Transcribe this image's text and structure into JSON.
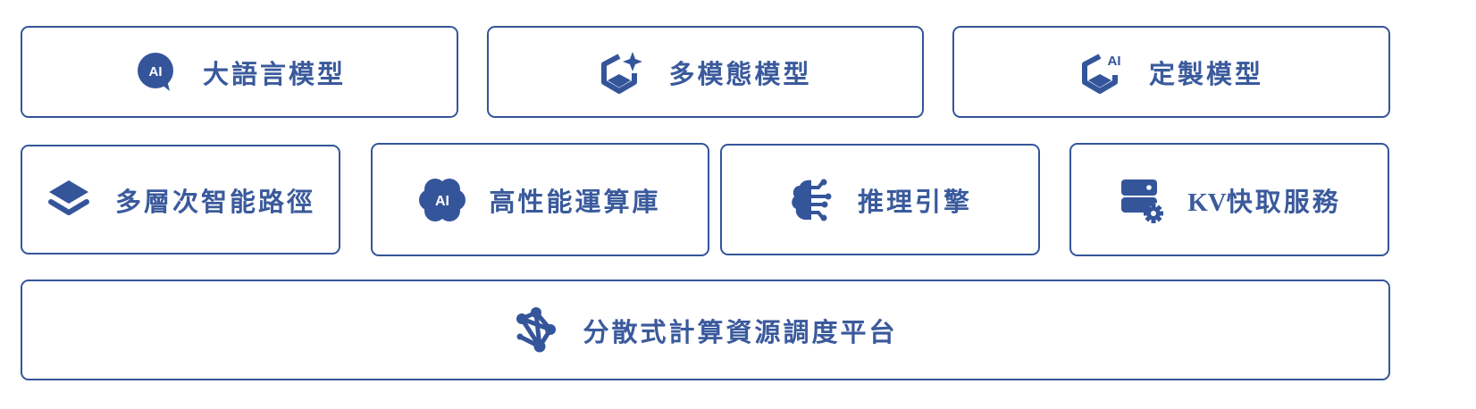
{
  "colors": {
    "border": "#34559a",
    "text": "#3a5a9c",
    "icon": "#34559a"
  },
  "top_row": [
    {
      "label": "大語言模型",
      "icon": "ai-chat-bubble-icon"
    },
    {
      "label": "多模態模型",
      "icon": "sparkle-cube-icon"
    },
    {
      "label": "定製模型",
      "icon": "ai-cube-icon"
    }
  ],
  "middle_row": [
    {
      "label": "多層次智能路徑",
      "icon": "layers-icon"
    },
    {
      "label": "高性能運算庫",
      "icon": "ai-brain-icon"
    },
    {
      "label": "推理引擎",
      "icon": "circuit-brain-icon"
    },
    {
      "label_latin": "KV",
      "label": "快取服務",
      "icon": "server-gear-icon"
    }
  ],
  "bottom": {
    "label": "分散式計算資源調度平台",
    "icon": "network-nodes-icon"
  },
  "icon_text": {
    "ai": "AI"
  }
}
